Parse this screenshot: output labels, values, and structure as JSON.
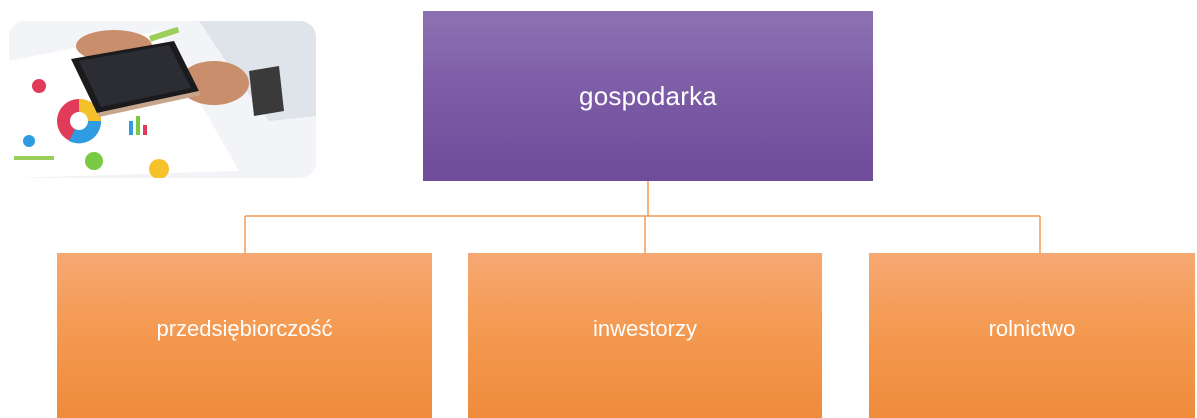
{
  "diagram": {
    "root": {
      "label": "gospodarka",
      "color": "#7a59a4"
    },
    "children": [
      {
        "label": "przedsiębiorczość",
        "color": "#f49a52"
      },
      {
        "label": "inwestorzy",
        "color": "#f49a52"
      },
      {
        "label": "rolnictwo",
        "color": "#f49a52"
      }
    ],
    "connector_color": "#f49a52"
  },
  "image": {
    "icon": "business-analytics-photo"
  }
}
